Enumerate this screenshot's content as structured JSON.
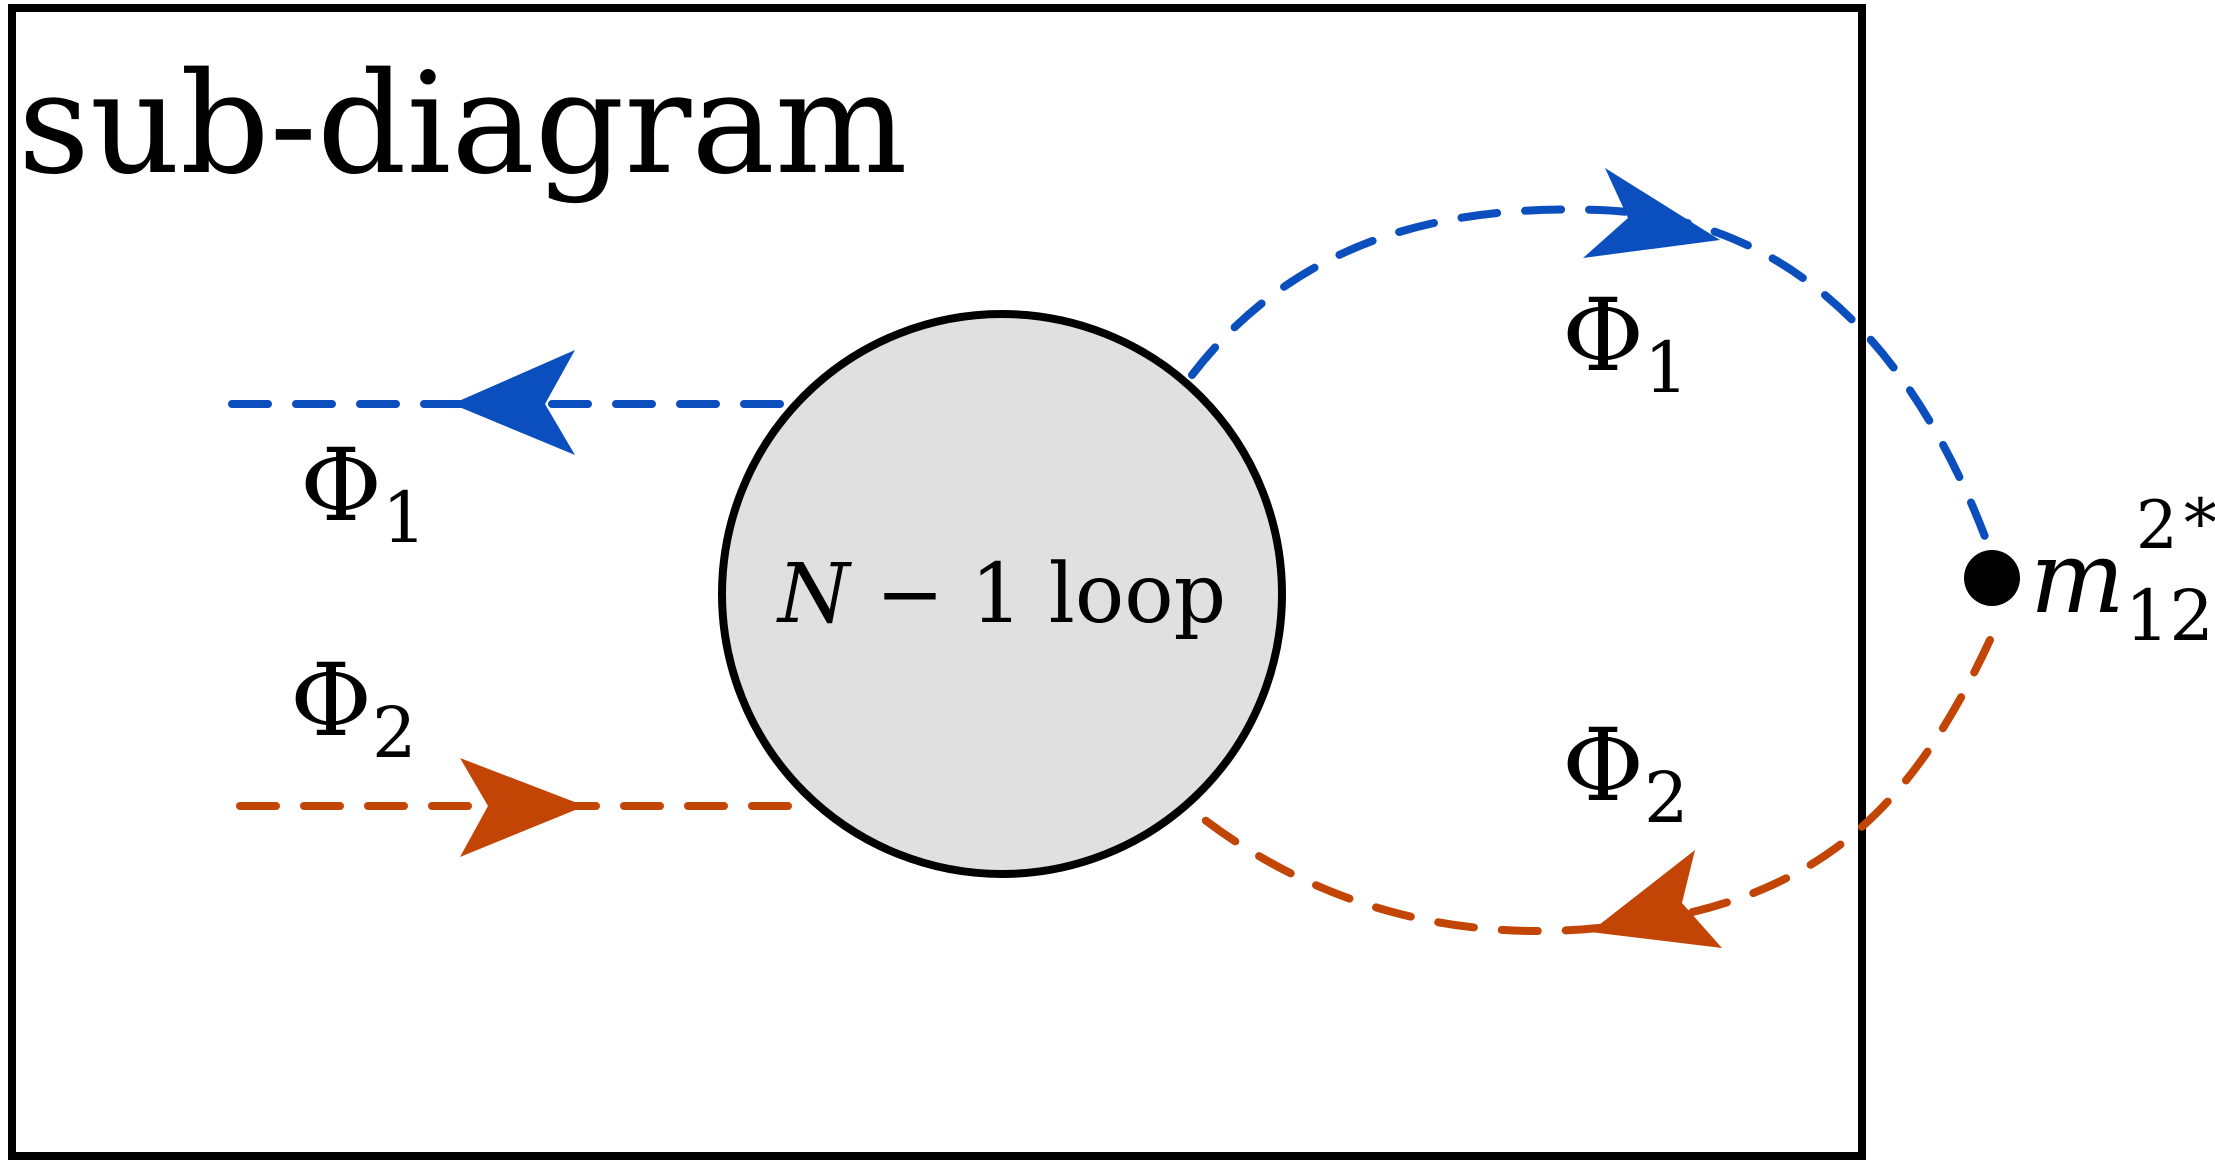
{
  "title": "sub-diagram",
  "vertex": {
    "label": "N − 1 loop",
    "label_var": "N",
    "label_rest": " − 1 loop"
  },
  "fields": {
    "phi_symbol": "Φ",
    "phi1_sub": "1",
    "phi2_sub": "2"
  },
  "insertion": {
    "base": "m",
    "subscript": "12",
    "superscript": "2",
    "star": "*"
  },
  "colors": {
    "phi1_line": "#0a4fbd",
    "phi2_line": "#c24506",
    "border": "#000000",
    "vertex_fill": "#e0e0e0"
  }
}
